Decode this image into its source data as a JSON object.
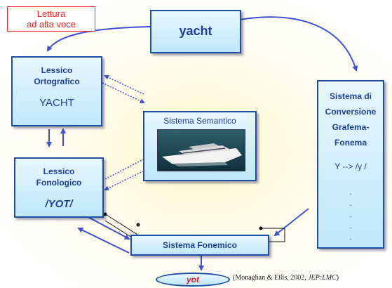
{
  "top_label": {
    "line1": "Lettura",
    "line2": "ad alta voce"
  },
  "input_word": "yacht",
  "lessico_ortografico": {
    "line1": "Lessico",
    "line2": "Ortografico",
    "word": "YACHT"
  },
  "lessico_fonologico": {
    "line1": "Lessico",
    "line2": "Fonologico",
    "word": "/YOT/"
  },
  "sistema_semantico": {
    "title": "Sistema Semantico",
    "image": "yacht-photo"
  },
  "conversione": {
    "line1": "Sistema di",
    "line2": "Conversione",
    "line3": "Grafema-",
    "line4": "Fonema",
    "rule": "Y --> /y /",
    "dots": [
      ".",
      ".",
      ".",
      ".",
      "."
    ]
  },
  "sistema_fonemico": {
    "label": "Sistema Fonemico"
  },
  "output_word": "yot",
  "citation": {
    "before": "(Monaghan & Ellis, 2002, ",
    "journal": "JEP:LMC",
    "after": ")"
  },
  "colors": {
    "box_border": "#1f4ea5",
    "text_blue": "#1e3f9c",
    "label_red": "#ff2020",
    "arrow": "#3c4fd6"
  }
}
